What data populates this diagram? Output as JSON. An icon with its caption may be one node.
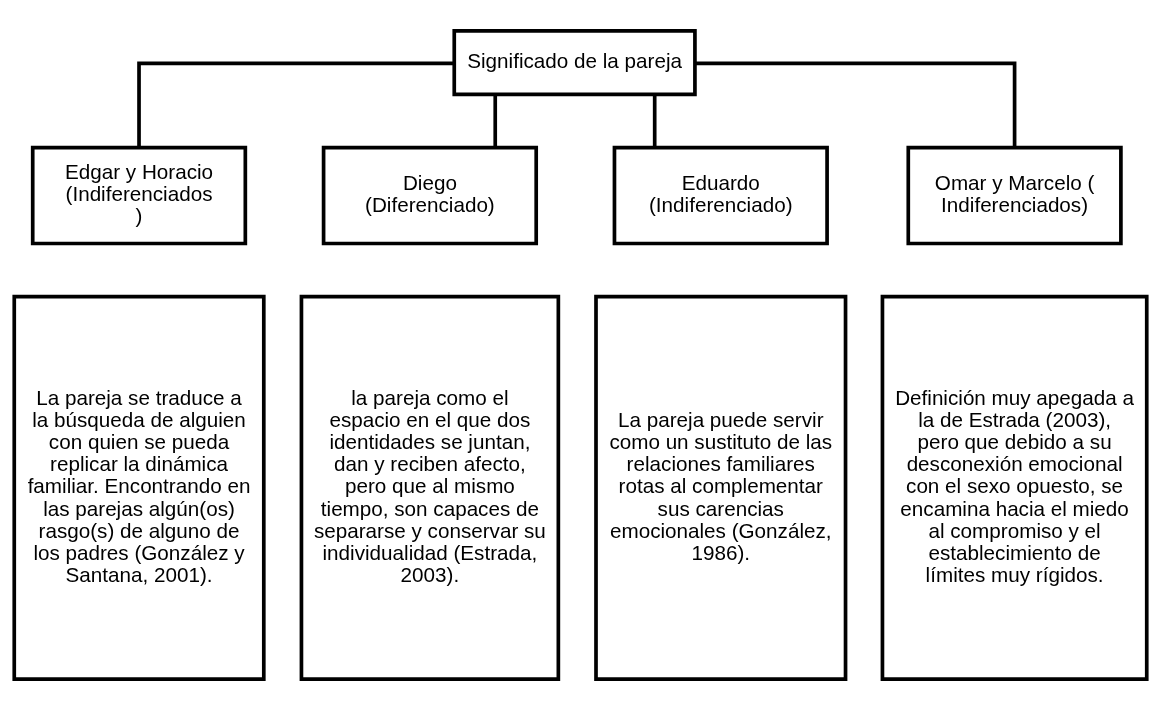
{
  "diagram": {
    "nodes": [
      {
        "text": [
          "Significado de la pareja"
        ]
      },
      {
        "text": [
          "Edgar y Horacio (Indiferenciados)"
        ]
      },
      {
        "text": [
          "Diego (Diferenciado)"
        ]
      },
      {
        "text": [
          "Eduardo (Indiferenciado)"
        ]
      },
      {
        "text": [
          "Omar y Marcelo (Indiferenciados)"
        ]
      },
      {
        "text": [
          "La pareja se traduce a la búsqueda de alguien con quien se pueda replicar la dinámica familiar. Encontrando en las parejas algún(os) rasgo(s) de alguno de los padres (González y Santana, 2001)."
        ]
      },
      {
        "text": [
          "la pareja como el espacio en el que dos identidades se juntan, dan y reciben afecto, pero que al mismo tiempo, son capaces de separarse y conservar su individualidad (Estrada, 2003)."
        ]
      },
      {
        "text": [
          "La pareja puede servir como un sustituto de las relaciones familiares rotas al complementar sus carencias emocionales (González, 1986)."
        ]
      },
      {
        "text": [
          "Definición muy apegada a la de Estrada (2003), pero que debido a su desconexión emocional con el sexo opuesto, se encamina hacia el miedo al compromiso y el establecimiento de límites muy rígidos."
        ]
      }
    ],
    "edges": [
      {
        "from": 0,
        "to": 1,
        "arrow": "none"
      },
      {
        "from": 0,
        "to": 2,
        "arrow": "none"
      },
      {
        "from": 0,
        "to": 3,
        "arrow": "none"
      },
      {
        "from": 0,
        "to": 4,
        "arrow": "none"
      }
    ]
  }
}
